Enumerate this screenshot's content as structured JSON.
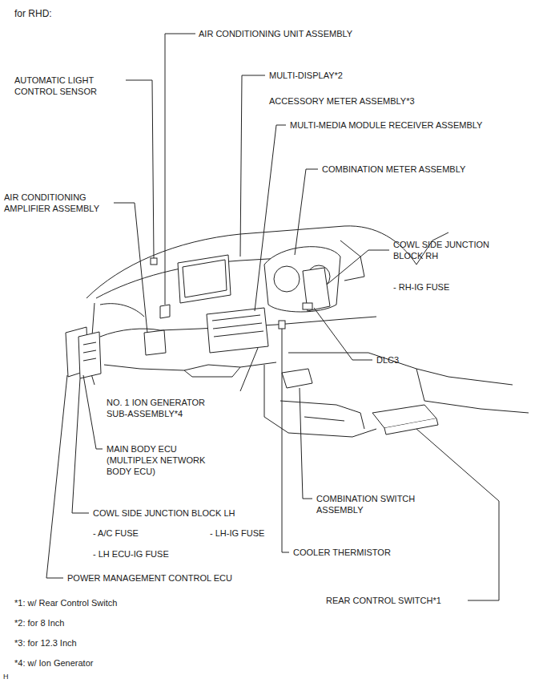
{
  "diagram": {
    "title": "for RHD:",
    "labels": [
      "AIR CONDITIONING UNIT ASSEMBLY",
      "AUTOMATIC LIGHT CONTROL SENSOR",
      "MULTI-DISPLAY*2",
      "ACCESSORY METER ASSEMBLY*3",
      "MULTI-MEDIA MODULE RECEIVER ASSEMBLY",
      "COMBINATION METER ASSEMBLY",
      "AIR CONDITIONING AMPLIFIER ASSEMBLY",
      "COWL SIDE JUNCTION BLOCK RH",
      "- RH-IG FUSE",
      "DLC3",
      "NO. 1 ION GENERATOR SUB-ASSEMBLY*4",
      "MAIN BODY ECU (MULTIPLEX NETWORK BODY ECU)",
      "COMBINATION SWITCH ASSEMBLY",
      "COWL SIDE JUNCTION BLOCK LH",
      "- A/C FUSE",
      "- LH-IG FUSE",
      "- LH ECU-IG FUSE",
      "COOLER THERMISTOR",
      "POWER MANAGEMENT CONTROL ECU",
      "REAR CONTROL SWITCH*1",
      "*1: w/ Rear Control Switch",
      "*2: for 8 Inch",
      "*3: for 12.3 Inch",
      "*4: w/ Ion Generator",
      "H"
    ]
  }
}
